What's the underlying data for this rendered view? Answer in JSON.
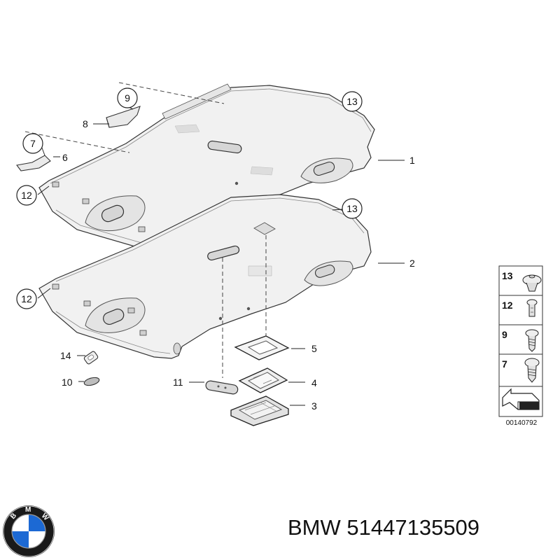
{
  "diagram": {
    "callouts": [
      {
        "id": "c9",
        "label": "9"
      },
      {
        "id": "c13a",
        "label": "13"
      },
      {
        "id": "c7",
        "label": "7"
      },
      {
        "id": "c12a",
        "label": "12"
      },
      {
        "id": "c13b",
        "label": "13"
      },
      {
        "id": "c12b",
        "label": "12"
      }
    ],
    "part_labels": {
      "p8": "8",
      "p6": "6",
      "p1": "1",
      "p2": "2",
      "p14": "14",
      "p10": "10",
      "p11": "11",
      "p5": "5",
      "p4": "4",
      "p3": "3"
    },
    "legend": {
      "rows": [
        {
          "label": "13",
          "item": "push-rivet"
        },
        {
          "label": "12",
          "item": "expanding-rivet"
        },
        {
          "label": "9",
          "item": "screw"
        },
        {
          "label": "7",
          "item": "screw"
        }
      ],
      "drawing_code": "00140792"
    }
  },
  "brand": {
    "logo_letters": "BMW",
    "caption_brand": "BMW",
    "caption_part_number": "51447135509",
    "colors": {
      "logo_blue": "#1c69d4",
      "logo_ring": "#1a1a1a"
    }
  }
}
